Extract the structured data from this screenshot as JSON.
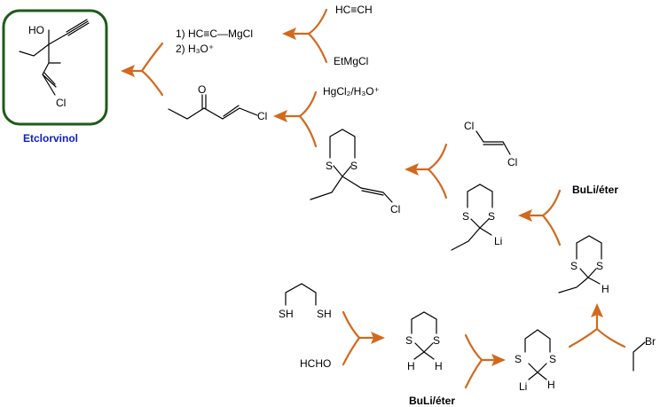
{
  "product": {
    "name": "Etclorvinol",
    "atoms": {
      "oh": "HO",
      "cl": "Cl"
    }
  },
  "steps": {
    "grignard": {
      "line1": "1)  HC≡C—MgCl",
      "line2": "2) H₃O⁺"
    },
    "grignard_prep": {
      "alkyne": "HC≡CH",
      "base": "EtMgCl"
    },
    "hydrolysis": {
      "reagent": "HgCl₂/H₃O⁺"
    },
    "vinyl_halide": {
      "cl_top": "Cl",
      "cl_bottom": "Cl"
    },
    "deprot_1": {
      "reagent": "BuLi/éter"
    },
    "deprot_2": {
      "reagent": "BuLi/éter"
    },
    "start": {
      "sh": "SH",
      "aldehyde": "HCHO"
    },
    "alkyl_halide": {
      "br": "Br"
    }
  },
  "ketone": {
    "o": "O",
    "cl": "Cl"
  },
  "dithiane_vinyl": {
    "s": "S",
    "cl": "Cl"
  },
  "dithiane_ethyl_li": {
    "s": "S",
    "li": "Li"
  },
  "dithiane_ethyl_h": {
    "s": "S",
    "h": "H"
  },
  "dithiane": {
    "s": "S",
    "h": "H"
  },
  "dithiane_li": {
    "s": "S",
    "li": "Li",
    "h": "H"
  }
}
